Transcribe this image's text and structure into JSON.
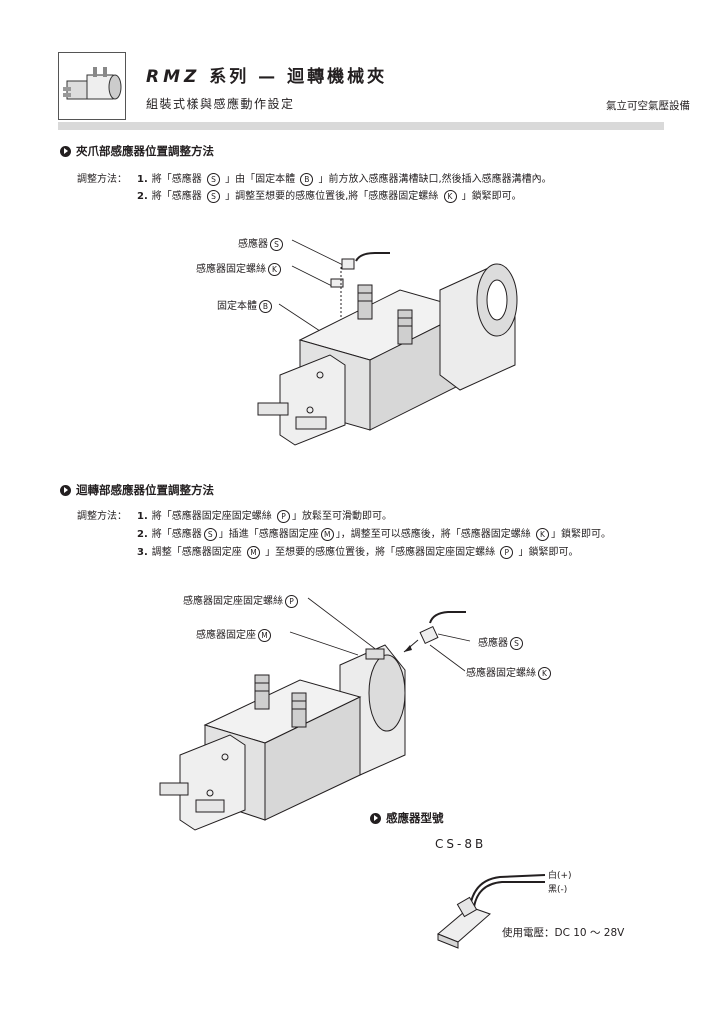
{
  "header": {
    "title_series": "RMZ",
    "title_rest": "系列 — 迴轉機械夾",
    "subtitle": "組裝式樣與感應動作設定",
    "brand": "氣立可空氣壓設備"
  },
  "section1": {
    "heading": "夾爪部感應器位置調整方法",
    "method_label": "調整方法：",
    "steps": [
      {
        "num": "1.",
        "segments": [
          "將「感應器 ",
          "S",
          " 」由「固定本體 ",
          "B",
          " 」前方放入感應器溝槽缺口,然後插入感應器溝槽內。"
        ]
      },
      {
        "num": "2.",
        "segments": [
          "將「感應器 ",
          "S",
          " 」調整至想要的感應位置後,將「感應器固定螺絲 ",
          "K",
          " 」鎖緊即可。"
        ]
      }
    ],
    "callouts": [
      {
        "text": "感應器",
        "code": "S"
      },
      {
        "text": "感應器固定螺絲",
        "code": "K"
      },
      {
        "text": "固定本體",
        "code": "B"
      }
    ]
  },
  "section2": {
    "heading": "迴轉部感應器位置調整方法",
    "method_label": "調整方法：",
    "steps": [
      {
        "num": "1.",
        "segments": [
          "將「感應器固定座固定螺絲 ",
          "P",
          "」放鬆至可滑動即可。"
        ]
      },
      {
        "num": "2.",
        "segments": [
          "將「感應器",
          "S",
          "」插進「感應器固定座",
          "M",
          "」，調整至可以感應後，將「感應器固定螺絲 ",
          "K",
          "」鎖緊即可。"
        ]
      },
      {
        "num": "3.",
        "segments": [
          "調整「感應器固定座 ",
          "M",
          " 」至想要的感應位置後，將「感應器固定座固定螺絲 ",
          "P",
          " 」鎖緊即可。"
        ]
      }
    ],
    "callouts": [
      {
        "text": "感應器固定座固定螺絲",
        "code": "P"
      },
      {
        "text": "感應器固定座",
        "code": "M"
      },
      {
        "text": "感應器",
        "code": "S"
      },
      {
        "text": "感應器固定螺絲",
        "code": "K"
      }
    ]
  },
  "sensor": {
    "heading": "感應器型號",
    "model": "CS-8B",
    "wire_white": "白(+)",
    "wire_black": "黑(-)",
    "voltage": "使用電壓：DC 10 ～ 28V"
  }
}
